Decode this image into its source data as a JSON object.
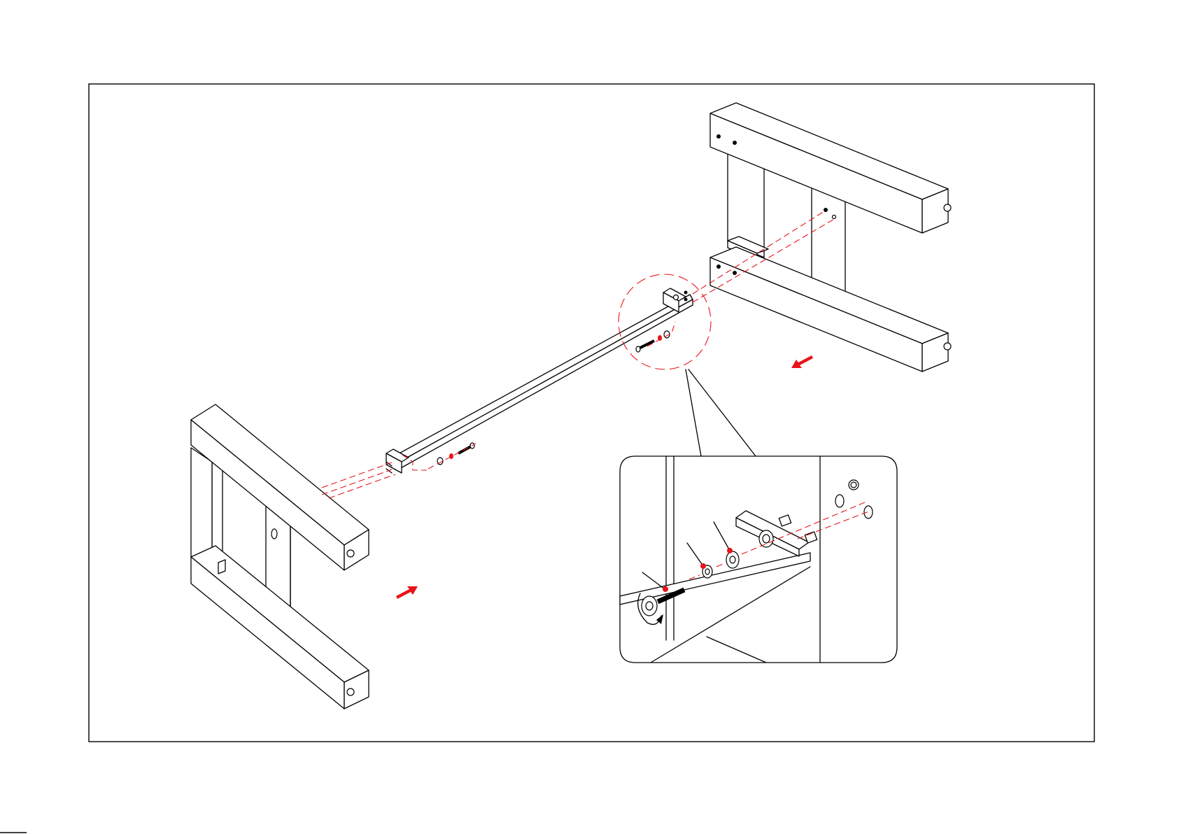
{
  "figure": {
    "text": "",
    "colors": {
      "accent": "#e8141a",
      "line": "#000000",
      "background": "#ffffff"
    },
    "parts": [
      {
        "id": "frame-border"
      },
      {
        "id": "right-leg-assembly"
      },
      {
        "id": "left-leg-assembly"
      },
      {
        "id": "stretcher-rail"
      },
      {
        "id": "detail-circle"
      },
      {
        "id": "detail-callout-panel"
      },
      {
        "id": "bolt"
      },
      {
        "id": "lock-washer"
      },
      {
        "id": "flat-washer"
      },
      {
        "id": "barrel-nut"
      }
    ],
    "arrows": [
      {
        "id": "arrow-toward-rail-left",
        "direction": "up-right"
      },
      {
        "id": "arrow-toward-rail-right",
        "direction": "down-left"
      }
    ],
    "icons": [
      "rotation-arrow-icon",
      "bolt-head-icon"
    ]
  }
}
